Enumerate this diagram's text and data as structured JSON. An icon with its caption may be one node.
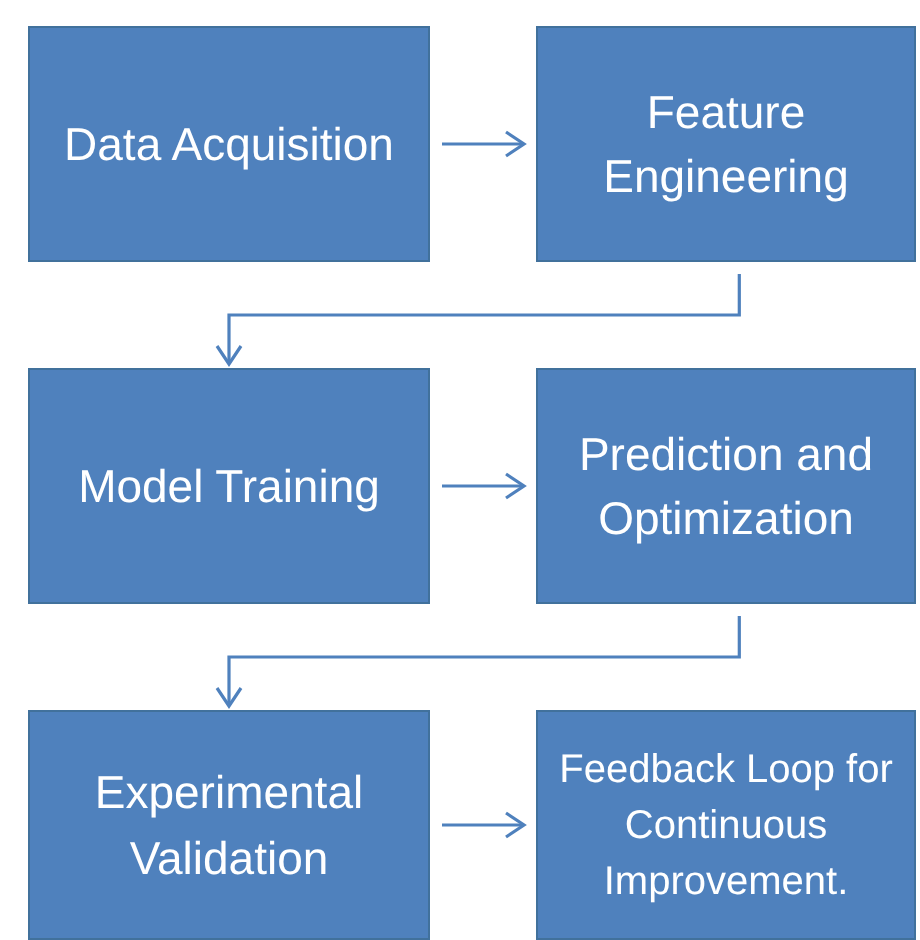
{
  "diagram": {
    "nodes": [
      {
        "text": [
          "Data Acquisition"
        ]
      },
      {
        "text": [
          "Feature Engineering"
        ]
      },
      {
        "text": [
          "Model Training"
        ]
      },
      {
        "text": [
          "Prediction and Optimization"
        ]
      },
      {
        "text": [
          "Experimental Validation"
        ]
      },
      {
        "text": [
          "Feedback Loop for Continuous Improvement."
        ]
      }
    ],
    "edges": [
      {
        "from": 0,
        "to": 1,
        "arrow": "to"
      },
      {
        "from": 1,
        "to": 2,
        "arrow": "to"
      },
      {
        "from": 2,
        "to": 3,
        "arrow": "to"
      },
      {
        "from": 3,
        "to": 4,
        "arrow": "to"
      },
      {
        "from": 4,
        "to": 5,
        "arrow": "to"
      }
    ]
  }
}
